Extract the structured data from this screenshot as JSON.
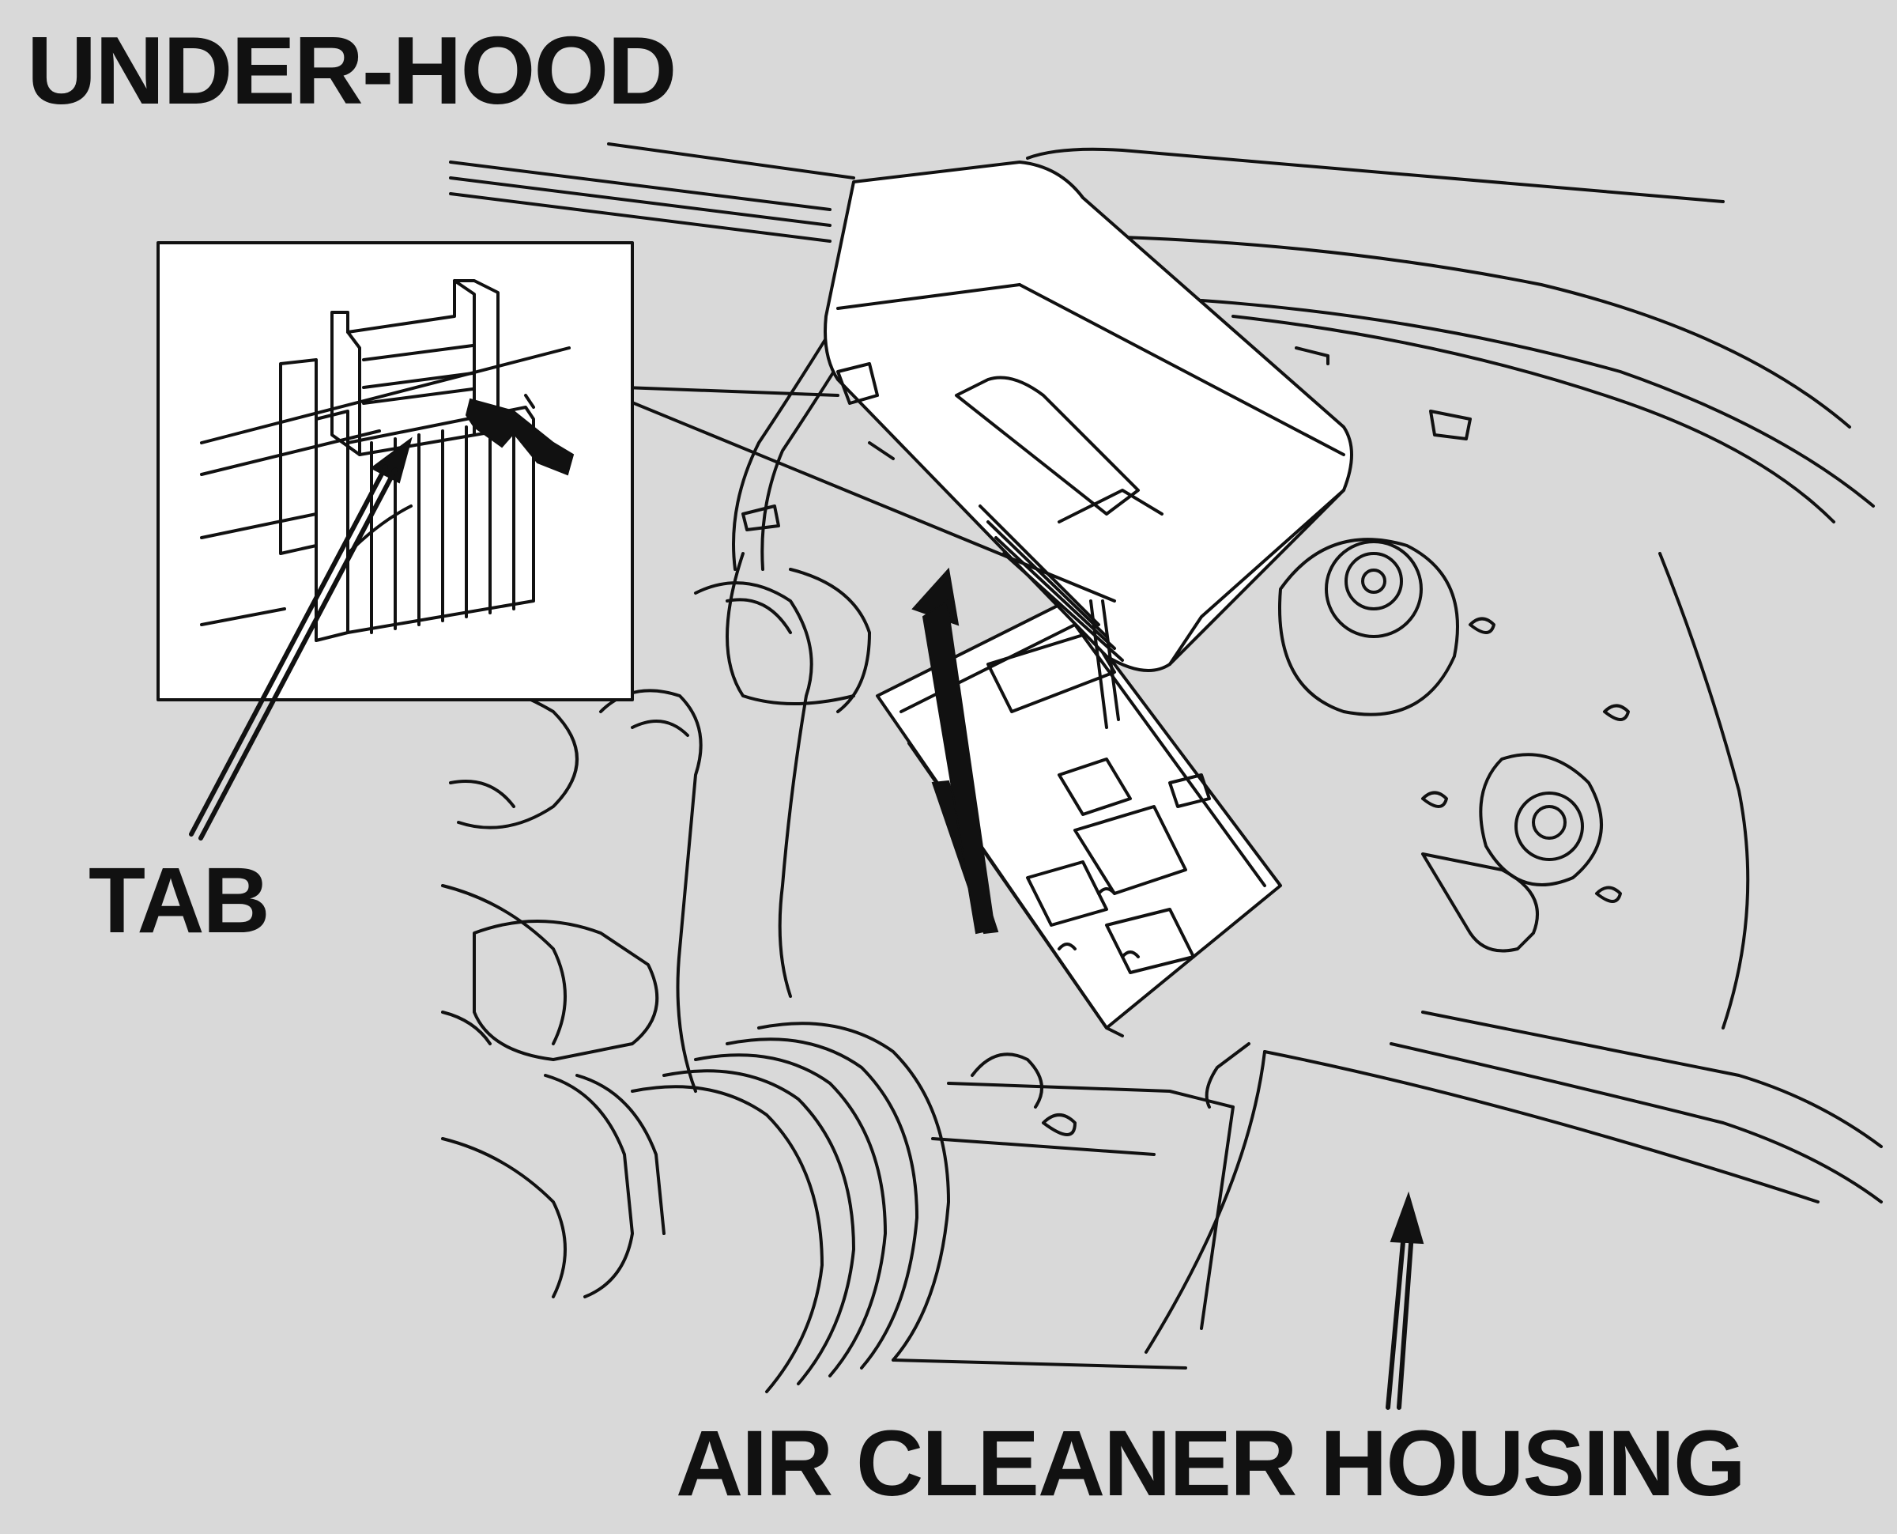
{
  "diagram": {
    "title": "UNDER-HOOD",
    "labels": {
      "tab": "TAB",
      "air_cleaner_housing": "AIR CLEANER HOUSING"
    }
  },
  "colors": {
    "background": "#d9d9d9",
    "line": "#111111",
    "inset_fill": "#ffffff"
  }
}
